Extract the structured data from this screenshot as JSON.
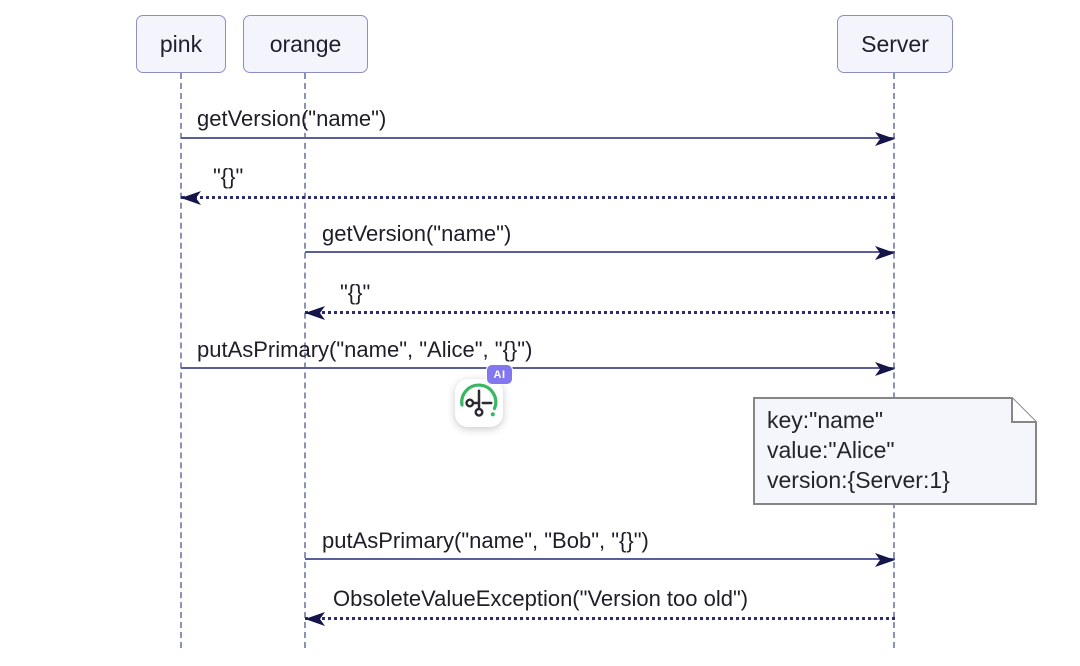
{
  "diagram_type": "sequence-diagram",
  "participants": [
    {
      "name": "pink"
    },
    {
      "name": "orange"
    },
    {
      "name": "Server"
    }
  ],
  "messages": [
    {
      "from": "pink",
      "to": "Server",
      "style": "solid",
      "text": "getVersion(\"name\")"
    },
    {
      "from": "Server",
      "to": "pink",
      "style": "dotted",
      "text": "\"{}\""
    },
    {
      "from": "orange",
      "to": "Server",
      "style": "solid",
      "text": "getVersion(\"name\")"
    },
    {
      "from": "Server",
      "to": "orange",
      "style": "dotted",
      "text": "\"{}\""
    },
    {
      "from": "pink",
      "to": "Server",
      "style": "solid",
      "text": "putAsPrimary(\"name\", \"Alice\", \"{}\")"
    },
    {
      "from": "orange",
      "to": "Server",
      "style": "solid",
      "text": "putAsPrimary(\"name\", \"Bob\", \"{}\")"
    },
    {
      "from": "Server",
      "to": "orange",
      "style": "dotted",
      "text": "ObsoleteValueException(\"Version too old\")"
    }
  ],
  "note": {
    "over": "Server",
    "lines": [
      "key:\"name\"",
      "value:\"Alice\"",
      "version:{Server:1}"
    ]
  },
  "overlay": {
    "icon": "scissors-icon",
    "ai_badge_label": "AI"
  },
  "colors": {
    "actor_fill": "#f4f4fc",
    "actor_border": "#8b90c2",
    "lifeline": "#8a93b6",
    "message_line": "#5a5f9b",
    "dotted_line": "#2c2c6e",
    "arrowhead": "#15154a",
    "note_fill": "#f5f6fc",
    "note_border": "#868686",
    "arc_green": "#3bb764",
    "badge_violet": "#8377f0"
  }
}
